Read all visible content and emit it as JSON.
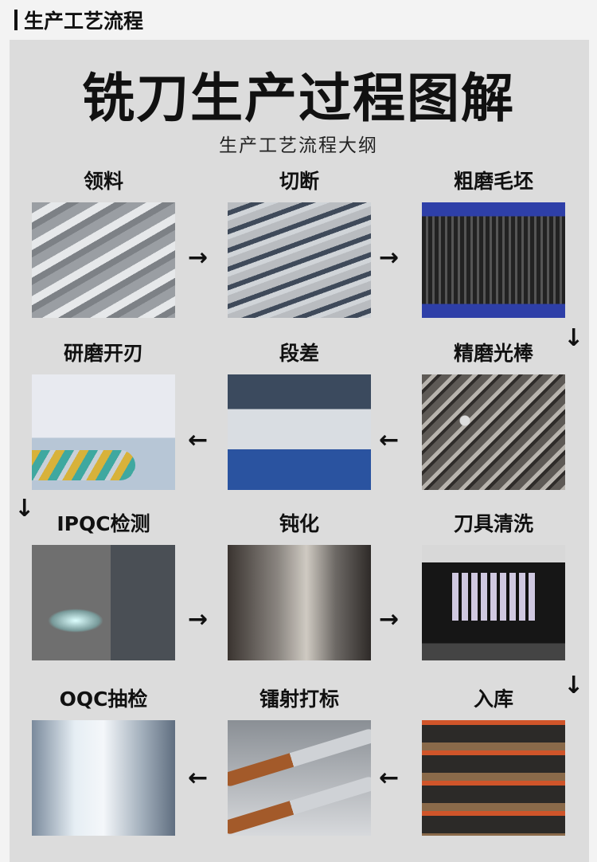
{
  "header": {
    "section_title": "生产工艺流程"
  },
  "title": "铣刀生产过程图解",
  "subtitle": "生产工艺流程大纲",
  "steps": [
    {
      "label": "领料"
    },
    {
      "label": "切断"
    },
    {
      "label": "粗磨毛坯"
    },
    {
      "label": "精磨光棒"
    },
    {
      "label": "段差"
    },
    {
      "label": "研磨开刃"
    },
    {
      "label": "IPQC检测"
    },
    {
      "label": "钝化"
    },
    {
      "label": "刀具清洗"
    },
    {
      "label": "入库"
    },
    {
      "label": "镭射打标"
    },
    {
      "label": "OQC抽检"
    }
  ],
  "arrows": {
    "right": "→",
    "left": "←",
    "down": "↓"
  }
}
